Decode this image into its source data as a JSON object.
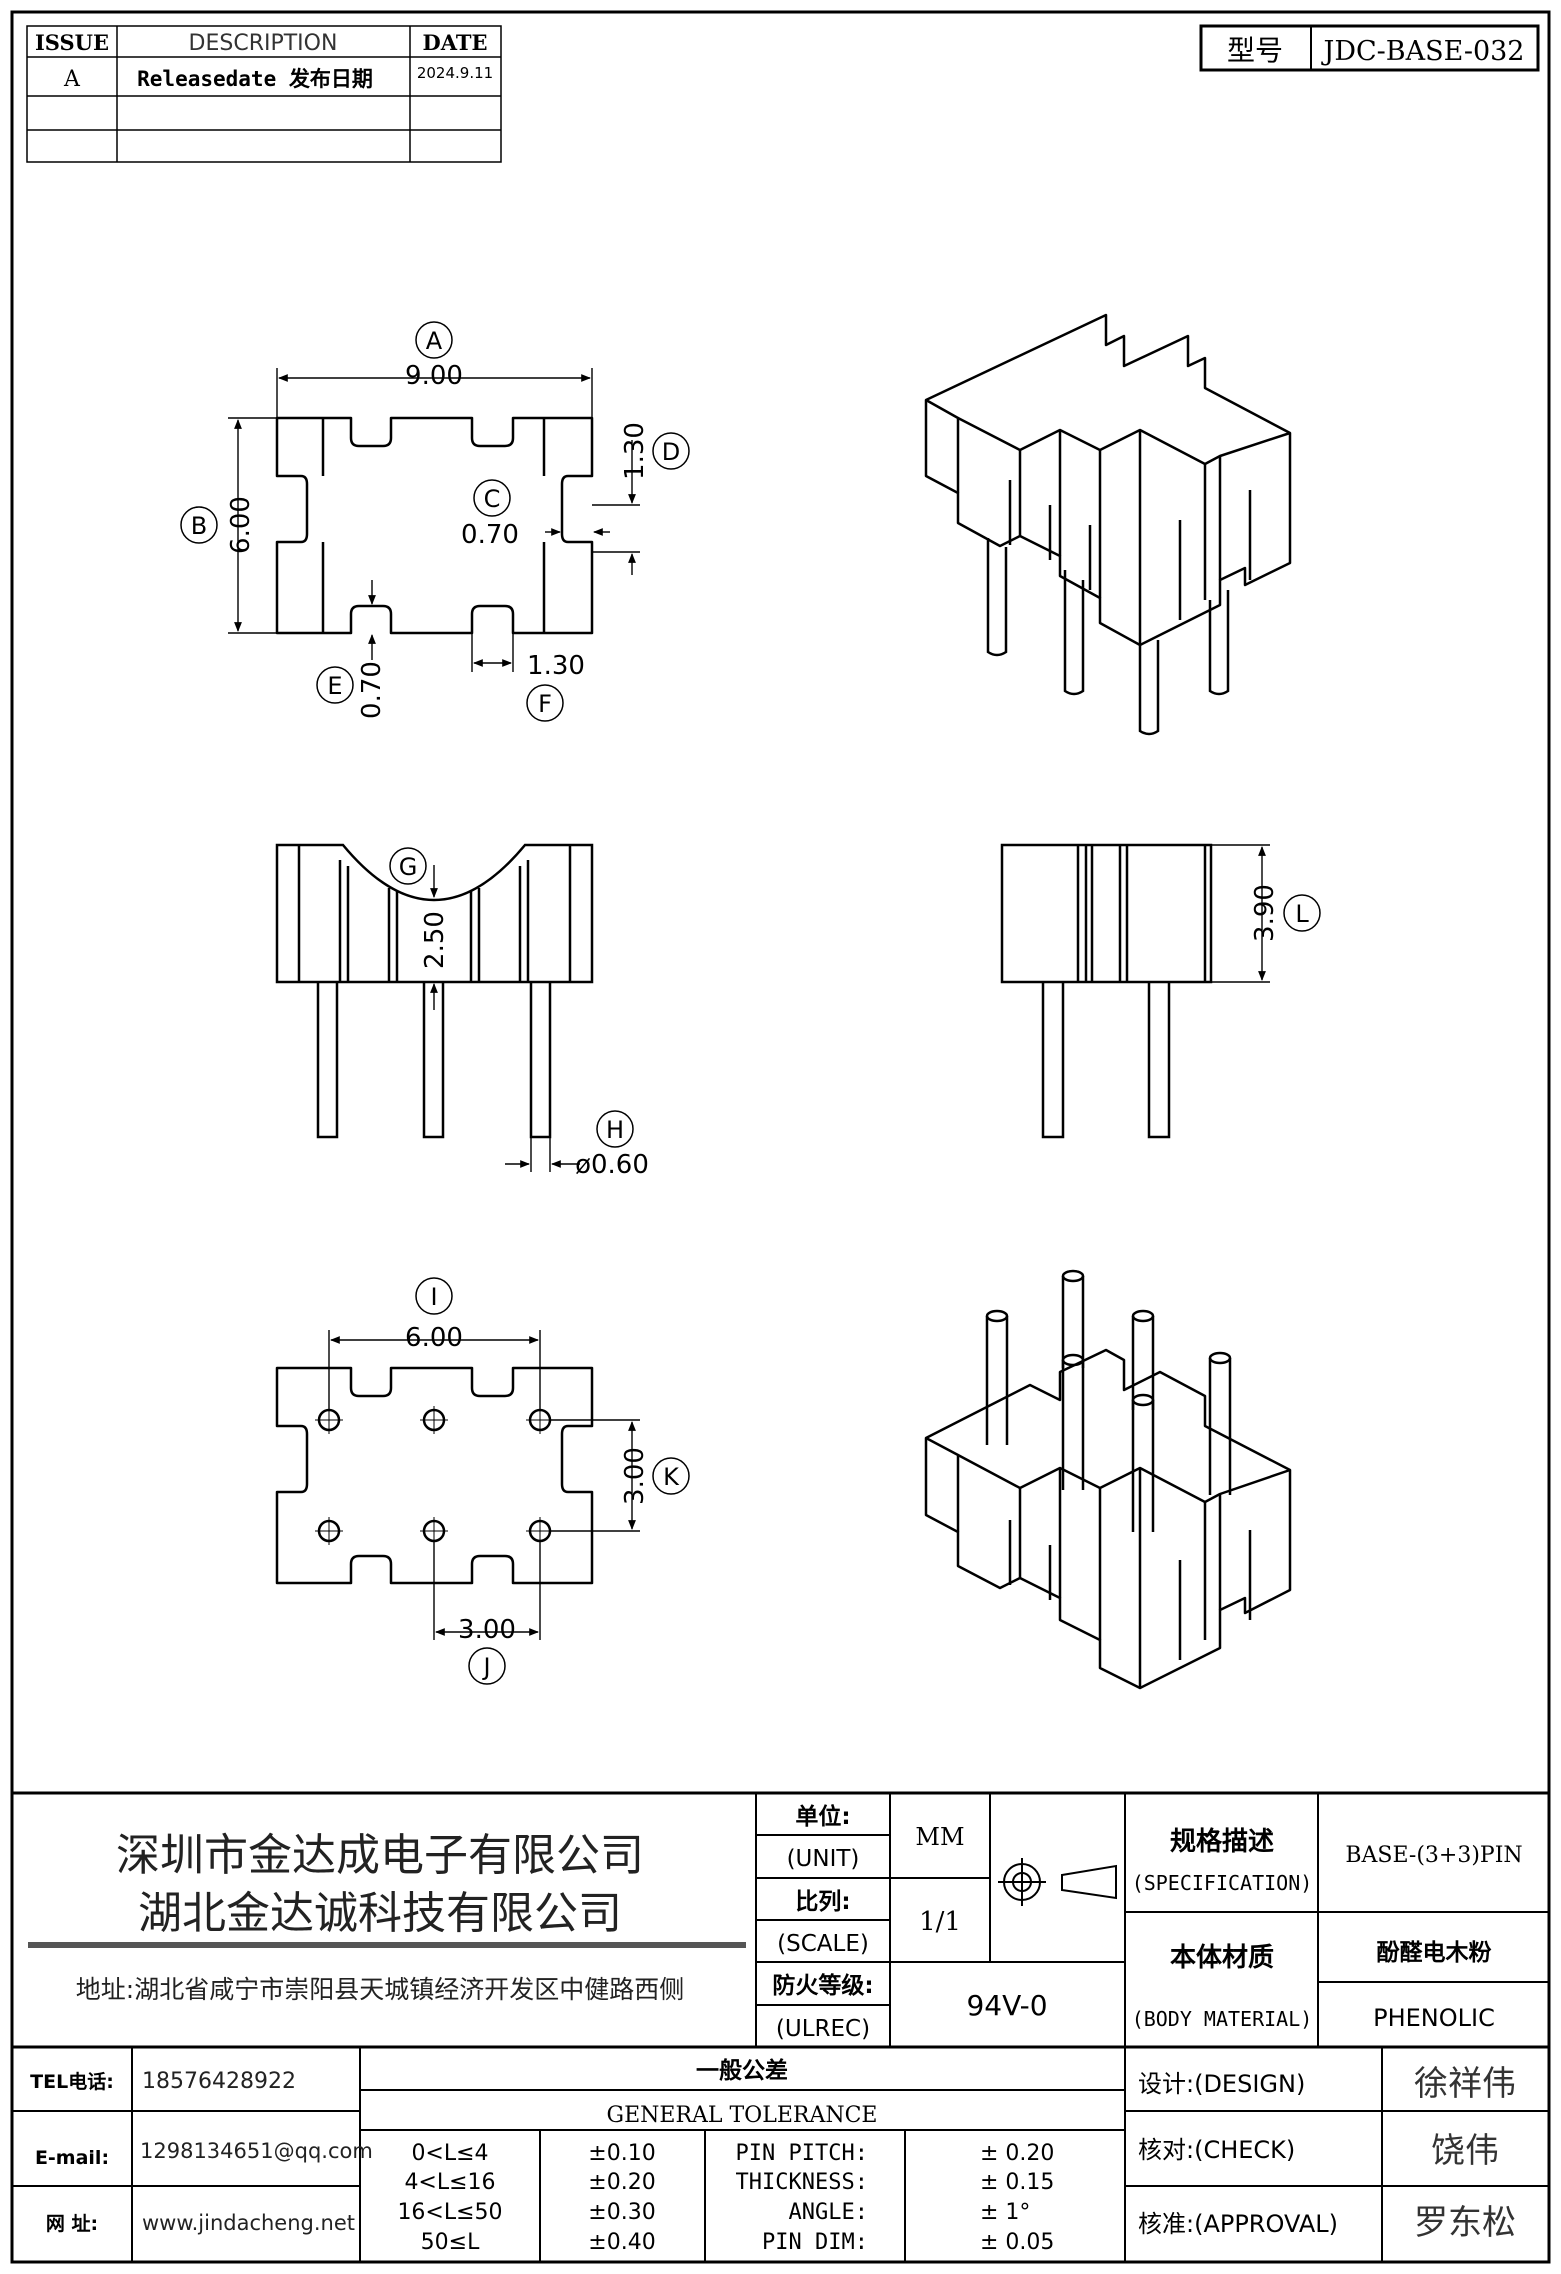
{
  "revision_table": {
    "headers": {
      "issue": "ISSUE",
      "description": "DESCRIPTION",
      "date": "DATE"
    },
    "row1": {
      "issue": "A",
      "description": "Releasedate 发布日期",
      "date": "2024.9.11"
    }
  },
  "model": {
    "label": "型号",
    "value": "JDC-BASE-032"
  },
  "dimensions": {
    "a": {
      "letter": "A",
      "value": "9.00"
    },
    "b": {
      "letter": "B",
      "value": "6.00"
    },
    "c": {
      "letter": "C",
      "value": "0.70"
    },
    "d": {
      "letter": "D",
      "value": "1.30"
    },
    "e": {
      "letter": "E",
      "value": "0.70"
    },
    "f": {
      "letter": "F",
      "value": "1.30"
    },
    "g": {
      "letter": "G",
      "value": "2.50"
    },
    "h": {
      "letter": "H",
      "value": "ø0.60"
    },
    "i": {
      "letter": "I",
      "value": "6.00"
    },
    "j": {
      "letter": "J",
      "value": "3.00"
    },
    "k": {
      "letter": "K",
      "value": "3.00"
    },
    "l": {
      "letter": "L",
      "value": "3.90"
    }
  },
  "company": {
    "name1": "深圳市金达成电子有限公司",
    "name2": "湖北金达诚科技有限公司",
    "address": "地址:湖北省咸宁市崇阳县天城镇经济开发区中健路西侧"
  },
  "unit": {
    "label_cn": "单位:",
    "label_en": "(UNIT)",
    "value": "MM"
  },
  "scale": {
    "label_cn": "比列:",
    "label_en": "(SCALE)",
    "value": "1/1"
  },
  "ulrec": {
    "label_cn": "防火等级:",
    "label_en": "(ULREC)",
    "value": "94V-0"
  },
  "spec": {
    "label_cn": "规格描述",
    "label_en": "(SPECIFICATION)",
    "value": "BASE-(3+3)PIN"
  },
  "material": {
    "label_cn": "本体材质",
    "label_en": "(BODY MATERIAL)",
    "value_cn": "酚醛电木粉",
    "value_en": "PHENOLIC"
  },
  "contact": {
    "tel_label": "TEL电话:",
    "tel": "18576428922",
    "email_label": "E-mail:",
    "email": "1298134651@qq.com",
    "web_label": "网   址:",
    "web": "www.jindacheng.net"
  },
  "tolerance": {
    "title_cn": "一般公差",
    "title_en": "GENERAL TOLERANCE",
    "ranges": [
      {
        "range": "0<L≤4",
        "tol": "±0.10"
      },
      {
        "range": "4<L≤16",
        "tol": "±0.20"
      },
      {
        "range": "16<L≤50",
        "tol": "±0.30"
      },
      {
        "range": "50≤L",
        "tol": "±0.40"
      }
    ],
    "items": [
      {
        "label": "PIN PITCH:",
        "value": "±  0.20"
      },
      {
        "label": "THICKNESS:",
        "value": "±  0.15"
      },
      {
        "label": "ANGLE:",
        "value": "±  1°"
      },
      {
        "label": "PIN DIM:",
        "value": "±  0.05"
      }
    ]
  },
  "signoff": {
    "design_label": "设计:(DESIGN)",
    "design": "徐祥伟",
    "check_label": "核对:(CHECK)",
    "check": "饶伟",
    "approval_label": "核准:(APPROVAL)",
    "approval": "罗东松"
  }
}
